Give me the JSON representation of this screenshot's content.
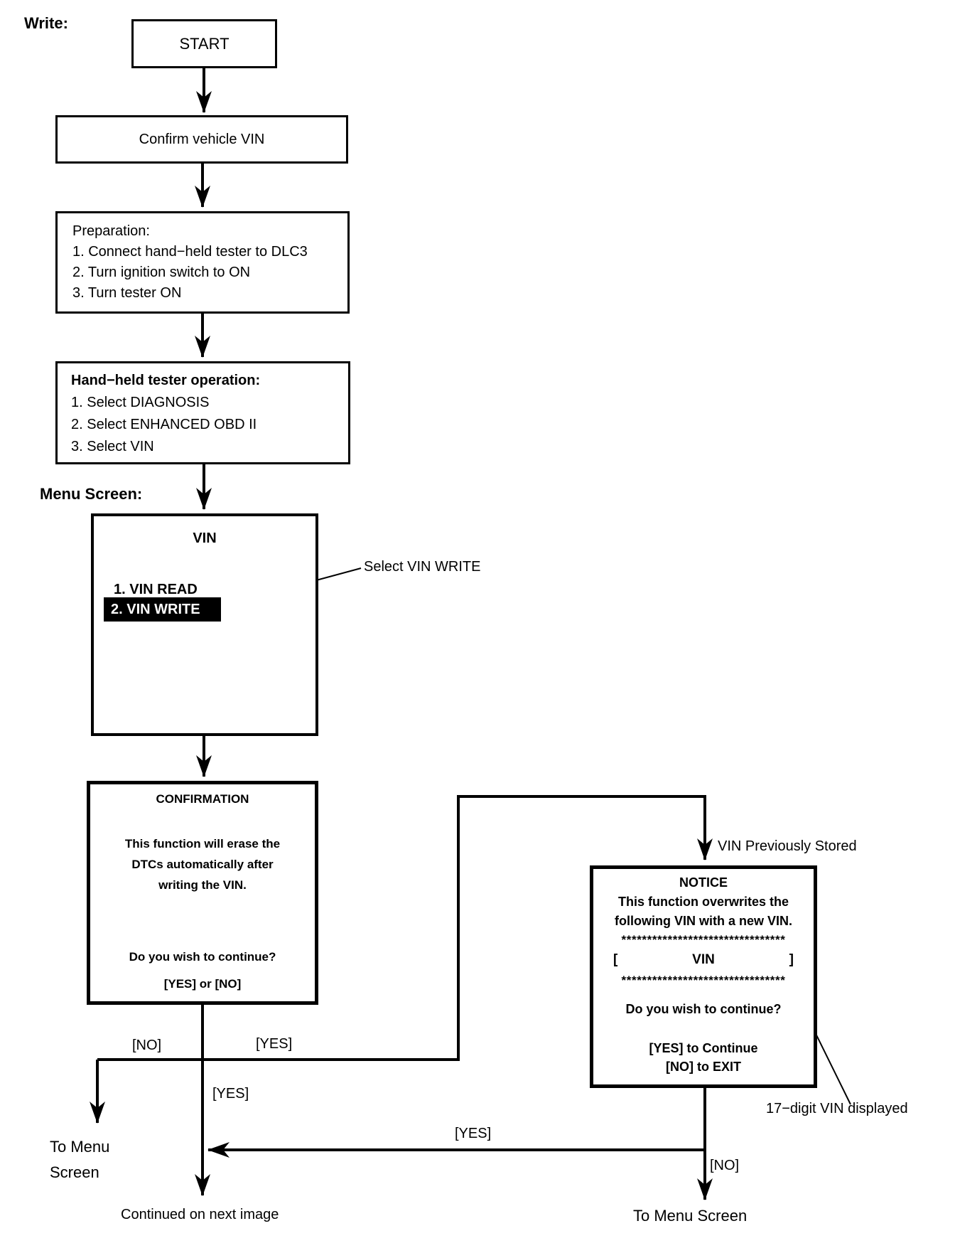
{
  "labels": {
    "write": "Write:",
    "menu_screen": "Menu Screen:"
  },
  "boxes": {
    "start": "START",
    "confirm_vin": "Confirm vehicle VIN",
    "preparation": {
      "title": "Preparation:",
      "step1": "1. Connect hand−held tester to DLC3",
      "step2": "2. Turn ignition switch to ON",
      "step3": "3. Turn tester ON"
    },
    "tester_operation": {
      "title": "Hand−held tester operation:",
      "step1": "1. Select DIAGNOSIS",
      "step2": "2. Select ENHANCED OBD II",
      "step3": "3. Select VIN"
    },
    "vin_menu": {
      "title": "VIN",
      "item_read": "1. VIN READ",
      "item_write": "2. VIN WRITE"
    },
    "confirmation": {
      "title": "CONFIRMATION",
      "body_line1": "This function will erase the",
      "body_line2": "DTCs automatically after",
      "body_line3": "writing the VIN.",
      "question": "Do you wish to continue?",
      "options": "[YES] or [NO]"
    },
    "notice": {
      "title": "NOTICE",
      "body_line1": "This function overwrites the",
      "body_line2": "following VIN with a new VIN.",
      "stars": "********************************",
      "vin_open": "[",
      "vin_label": "VIN",
      "vin_close": "]",
      "question": "Do you wish to continue?",
      "yes_line": "[YES] to Continue",
      "no_line": "[NO] to EXIT"
    }
  },
  "annotations": {
    "select_vin_write": "Select VIN WRITE",
    "vin_previously_stored": "VIN Previously Stored",
    "vin_digits_note": "17−digit VIN displayed"
  },
  "branch_labels": {
    "no_confirmation": "[NO]",
    "yes_confirmation": "[YES]",
    "yes_continue": "[YES]",
    "yes_notice": "[YES]",
    "no_notice": "[NO]"
  },
  "terminals": {
    "to_menu_screen_left": "To Menu\nScreen",
    "continued": "Continued on next image",
    "to_menu_screen_right": "To Menu Screen"
  }
}
